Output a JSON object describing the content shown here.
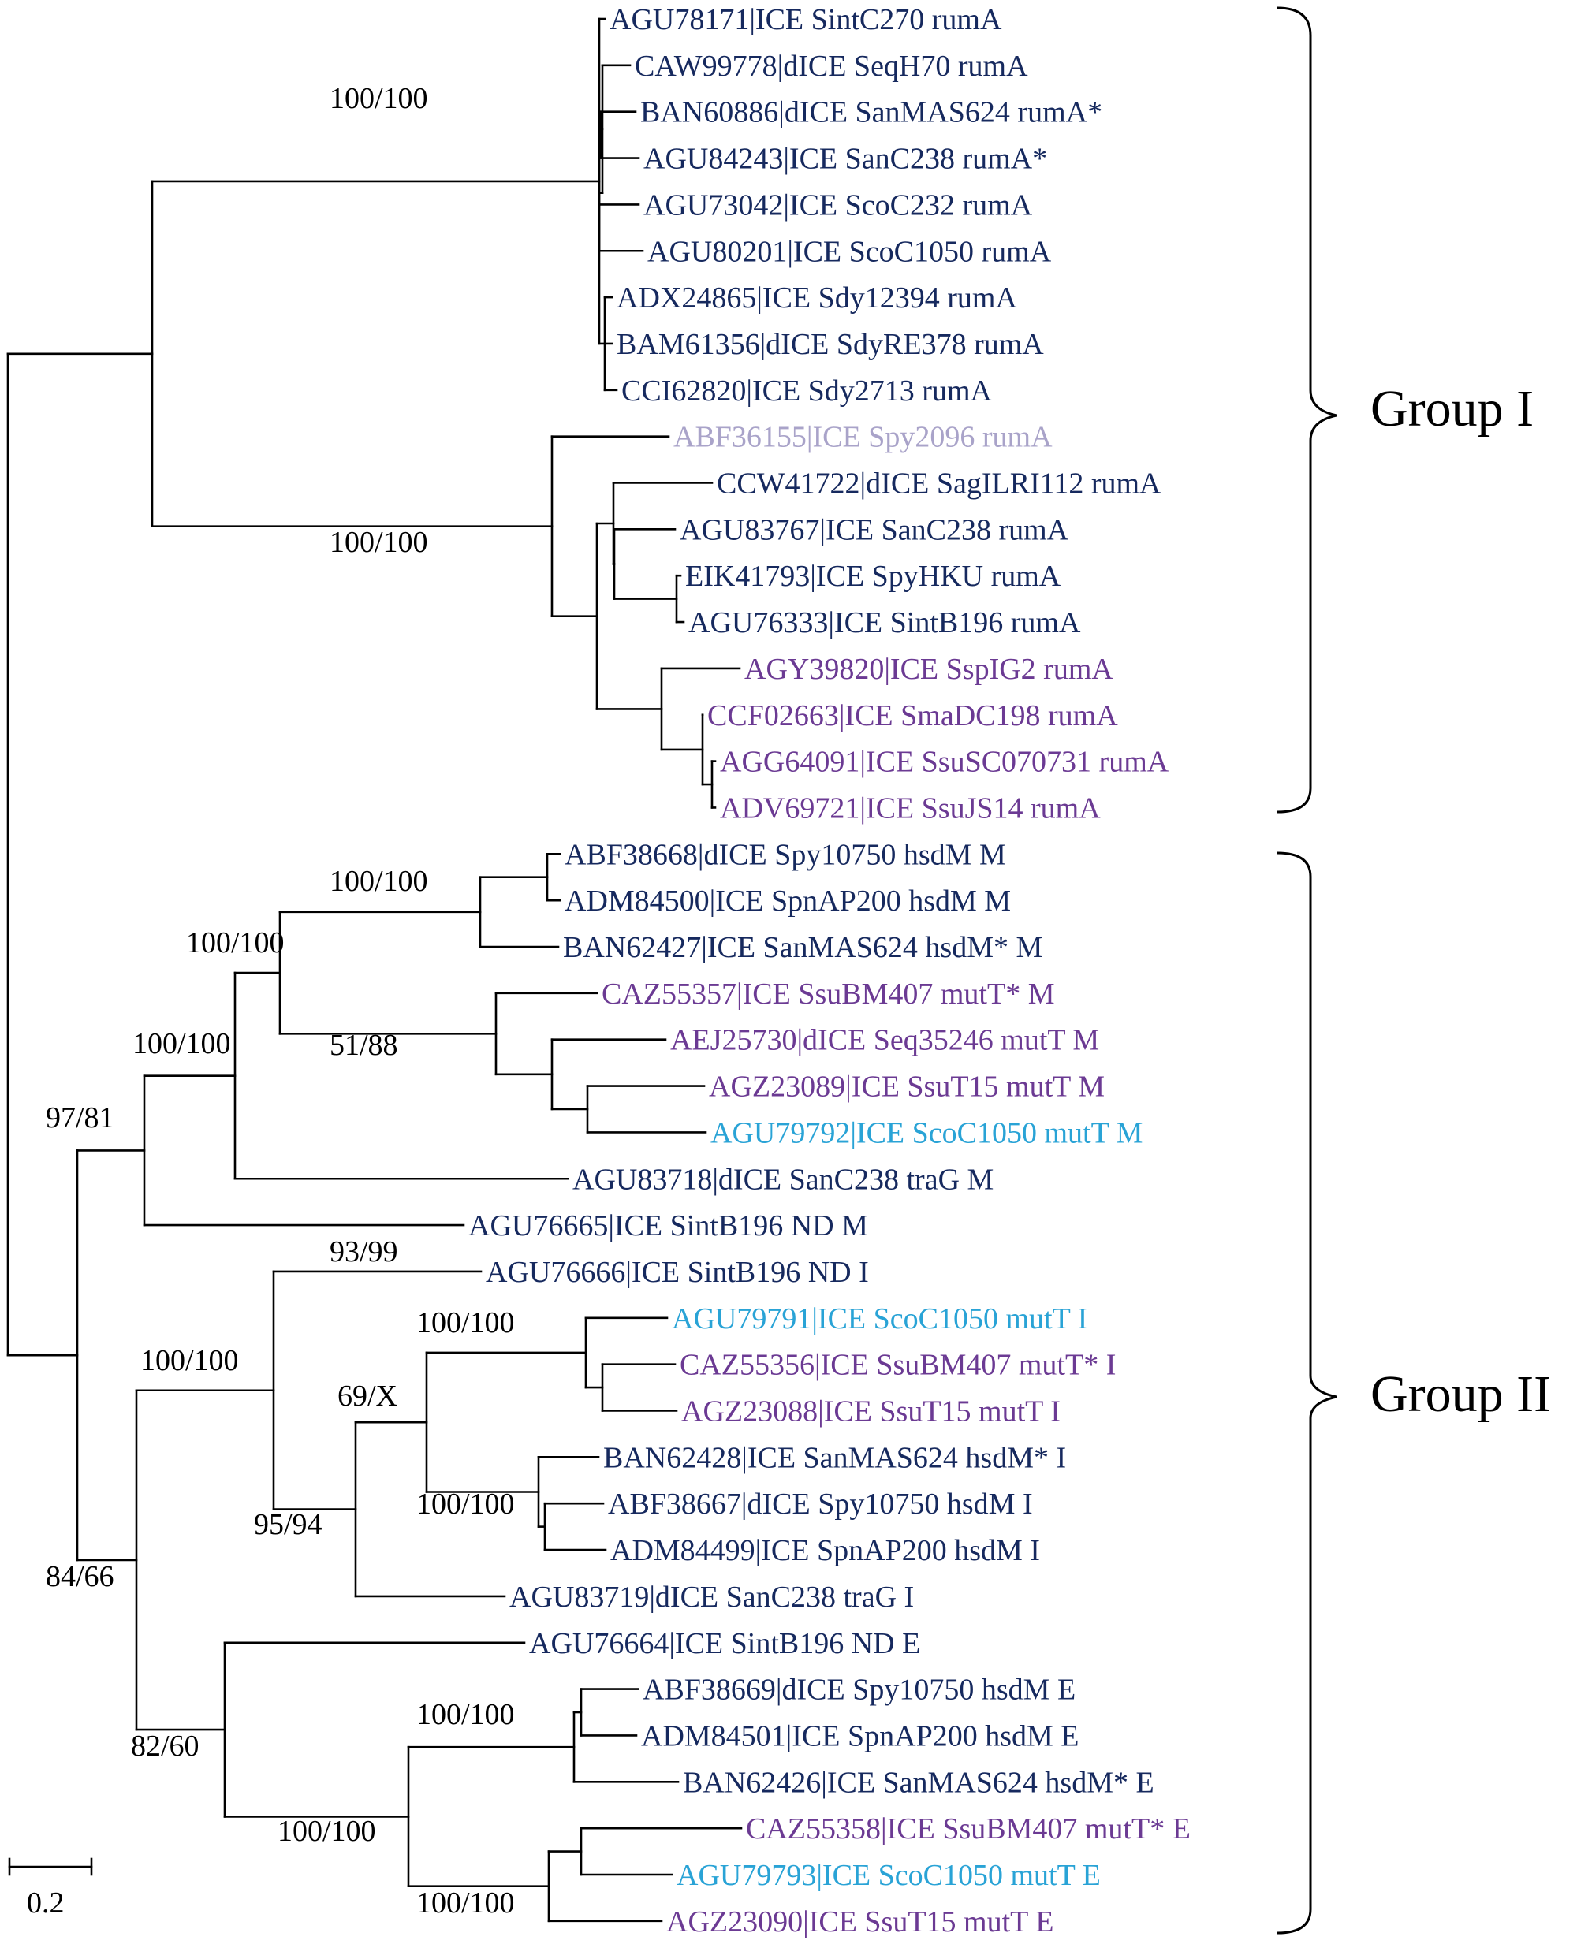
{
  "leaves": [
    {
      "text": "AGU78171|ICE SintC270 rumA",
      "color": "#16295e"
    },
    {
      "text": "CAW99778|dICE SeqH70 rumA",
      "color": "#16295e"
    },
    {
      "text": "BAN60886|dICE SanMAS624 rumA*",
      "color": "#16295e"
    },
    {
      "text": "AGU84243|ICE SanC238 rumA*",
      "color": "#16295e"
    },
    {
      "text": "AGU73042|ICE ScoC232 rumA",
      "color": "#16295e"
    },
    {
      "text": "AGU80201|ICE ScoC1050 rumA",
      "color": "#16295e"
    },
    {
      "text": "ADX24865|ICE Sdy12394 rumA",
      "color": "#16295e"
    },
    {
      "text": "BAM61356|dICE SdyRE378 rumA",
      "color": "#16295e"
    },
    {
      "text": "CCI62820|ICE Sdy2713 rumA",
      "color": "#16295e"
    },
    {
      "text": "ABF36155|ICE Spy2096 rumA",
      "color": "#a9a3c9"
    },
    {
      "text": "CCW41722|dICE SagILRI112 rumA",
      "color": "#16295e"
    },
    {
      "text": "AGU83767|ICE SanC238 rumA",
      "color": "#16295e"
    },
    {
      "text": "EIK41793|ICE SpyHKU rumA",
      "color": "#16295e"
    },
    {
      "text": "AGU76333|ICE SintB196 rumA",
      "color": "#16295e"
    },
    {
      "text": "AGY39820|ICE SspIG2 rumA",
      "color": "#6b3a93"
    },
    {
      "text": "CCF02663|ICE SmaDC198 rumA",
      "color": "#6b3a93"
    },
    {
      "text": "AGG64091|ICE SsuSC070731 rumA",
      "color": "#6b3a93"
    },
    {
      "text": "ADV69721|ICE SsuJS14 rumA",
      "color": "#6b3a93"
    },
    {
      "text": "ABF38668|dICE Spy10750 hsdM M",
      "color": "#16295e"
    },
    {
      "text": "ADM84500|ICE SpnAP200 hsdM M",
      "color": "#16295e"
    },
    {
      "text": "BAN62427|ICE SanMAS624 hsdM* M",
      "color": "#16295e"
    },
    {
      "text": "CAZ55357|ICE SsuBM407 mutT* M",
      "color": "#6b3a93"
    },
    {
      "text": "AEJ25730|dICE Seq35246 mutT M",
      "color": "#6b3a93"
    },
    {
      "text": "AGZ23089|ICE SsuT15 mutT M",
      "color": "#6b3a93"
    },
    {
      "text": "AGU79792|ICE ScoC1050 mutT M",
      "color": "#29a3d6"
    },
    {
      "text": "AGU83718|dICE SanC238 traG M",
      "color": "#16295e"
    },
    {
      "text": "AGU76665|ICE SintB196 ND M",
      "color": "#16295e"
    },
    {
      "text": "AGU76666|ICE SintB196 ND I",
      "color": "#16295e"
    },
    {
      "text": "AGU79791|ICE ScoC1050 mutT I",
      "color": "#29a3d6"
    },
    {
      "text": "CAZ55356|ICE SsuBM407 mutT* I",
      "color": "#6b3a93"
    },
    {
      "text": "AGZ23088|ICE SsuT15 mutT I",
      "color": "#6b3a93"
    },
    {
      "text": "BAN62428|ICE SanMAS624 hsdM* I",
      "color": "#16295e"
    },
    {
      "text": "ABF38667|dICE Spy10750 hsdM I",
      "color": "#16295e"
    },
    {
      "text": "ADM84499|ICE SpnAP200 hsdM I",
      "color": "#16295e"
    },
    {
      "text": "AGU83719|dICE SanC238 traG I",
      "color": "#16295e"
    },
    {
      "text": "AGU76664|ICE SintB196 ND E",
      "color": "#16295e"
    },
    {
      "text": "ABF38669|dICE Spy10750 hsdM E",
      "color": "#16295e"
    },
    {
      "text": "ADM84501|ICE SpnAP200 hsdM E",
      "color": "#16295e"
    },
    {
      "text": "BAN62426|ICE SanMAS624 hsdM* E",
      "color": "#16295e"
    },
    {
      "text": "CAZ55358|ICE SsuBM407 mutT* E",
      "color": "#6b3a93"
    },
    {
      "text": "AGU79793|ICE ScoC1050 mutT E",
      "color": "#29a3d6"
    },
    {
      "text": "AGZ23090|ICE SsuT15 mutT E",
      "color": "#6b3a93"
    }
  ],
  "support_values": [
    "100/100",
    "100/100",
    "100/100",
    "100/100",
    "51/88",
    "100/100",
    "97/81",
    "93/99",
    "100/100",
    "69/X",
    "100/100",
    "100/100",
    "95/94",
    "84/66",
    "100/100",
    "82/60",
    "100/100",
    "100/100"
  ],
  "groups": [
    {
      "label": "Group I"
    },
    {
      "label": "Group II"
    }
  ],
  "scale_bar": {
    "label": "0.2"
  }
}
